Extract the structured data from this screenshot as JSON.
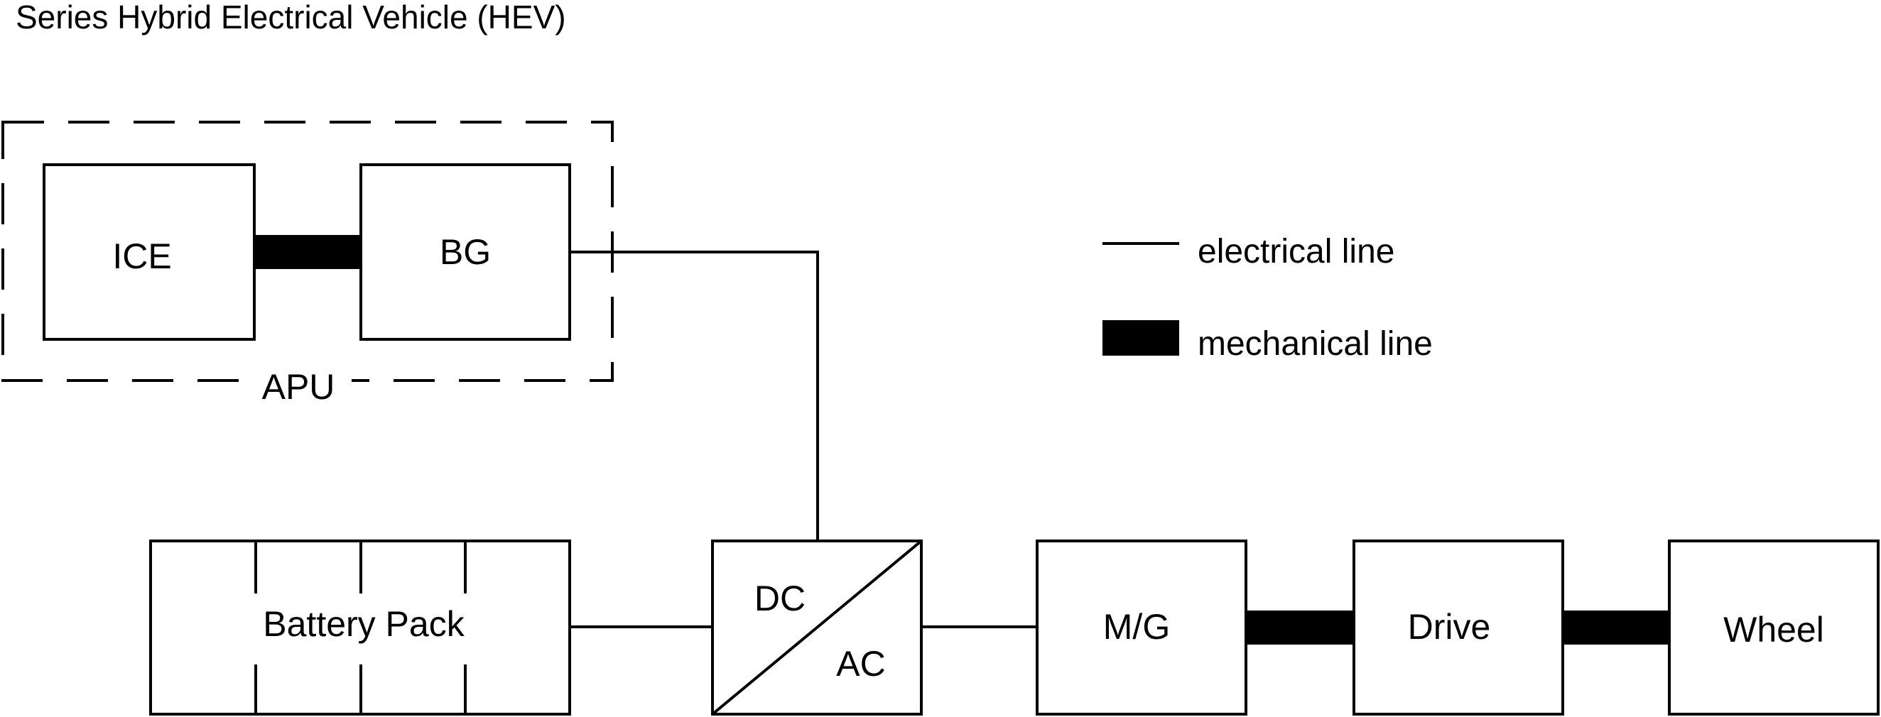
{
  "title": "Series Hybrid Electrical Vehicle (HEV)",
  "colors": {
    "line": "#000000",
    "background": "#ffffff"
  },
  "apu": {
    "label": "APU",
    "ice_label": "ICE",
    "bg_label": "BG"
  },
  "components": {
    "battery_label": "Battery Pack",
    "converter_top_label": "DC",
    "converter_bottom_label": "AC",
    "motor_label": "M/G",
    "drive_label": "Drive",
    "wheel_label": "Wheel"
  },
  "legend": {
    "electrical_label": "electrical line",
    "mechanical_label": "mechanical line"
  }
}
